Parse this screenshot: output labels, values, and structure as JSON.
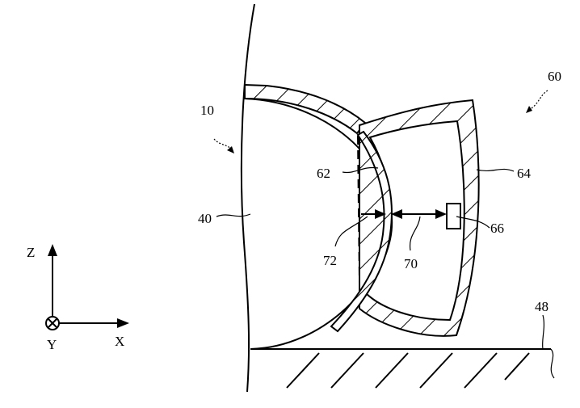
{
  "figure": {
    "labels": {
      "device": "10",
      "housing": "60",
      "lens": "62",
      "housing_wall": "64",
      "eye": "40",
      "gap_lens": "72",
      "gap_distance": "70",
      "sensor": "66",
      "surface": "48"
    },
    "axes": {
      "z": "Z",
      "x": "X",
      "y": "Y"
    }
  }
}
